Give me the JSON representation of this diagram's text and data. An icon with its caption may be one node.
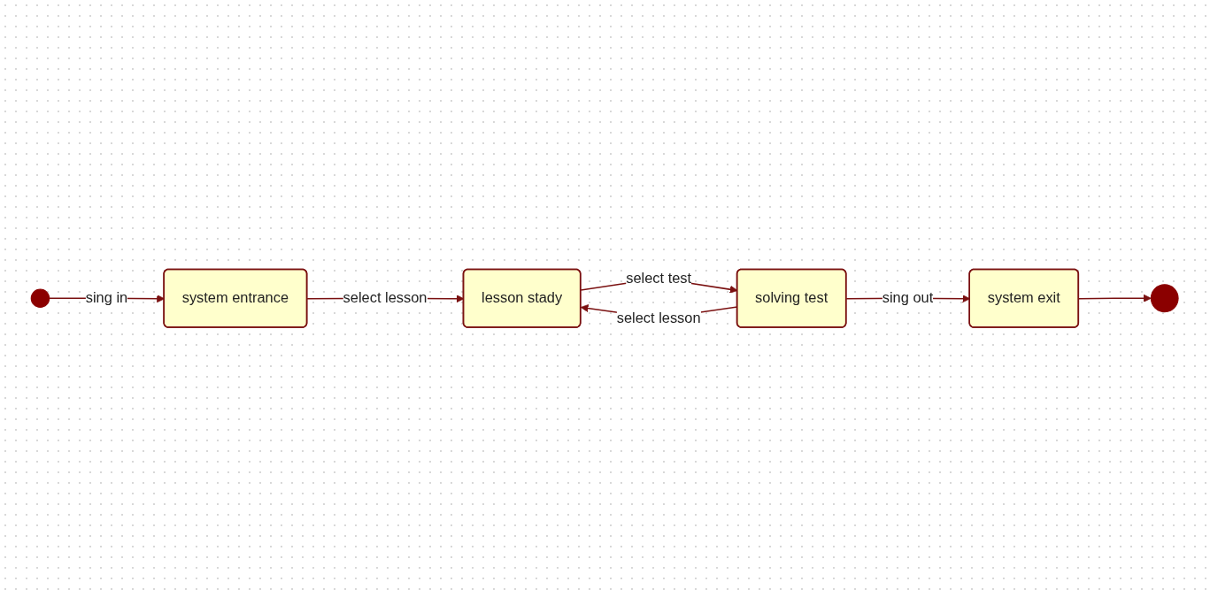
{
  "diagram": {
    "nodes": [
      {
        "text": [],
        "shape": "circle"
      },
      {
        "text": [
          "system entrance"
        ]
      },
      {
        "text": [
          "lesson stady"
        ]
      },
      {
        "text": [
          "solving test"
        ]
      },
      {
        "text": [
          "system exit"
        ]
      },
      {
        "text": [],
        "shape": "circle"
      }
    ],
    "edges": [
      {
        "from": 0,
        "to": 1,
        "arrow": "to",
        "label": "sing in"
      },
      {
        "from": 1,
        "to": 2,
        "arrow": "to",
        "label": "select lesson"
      },
      {
        "from": 2,
        "to": 3,
        "arrow": "to",
        "label": "select test"
      },
      {
        "from": 3,
        "to": 2,
        "arrow": "to",
        "label": "select lesson"
      },
      {
        "from": 3,
        "to": 4,
        "arrow": "to",
        "label": "sing out"
      },
      {
        "from": 4,
        "to": 5,
        "arrow": "to"
      }
    ]
  }
}
